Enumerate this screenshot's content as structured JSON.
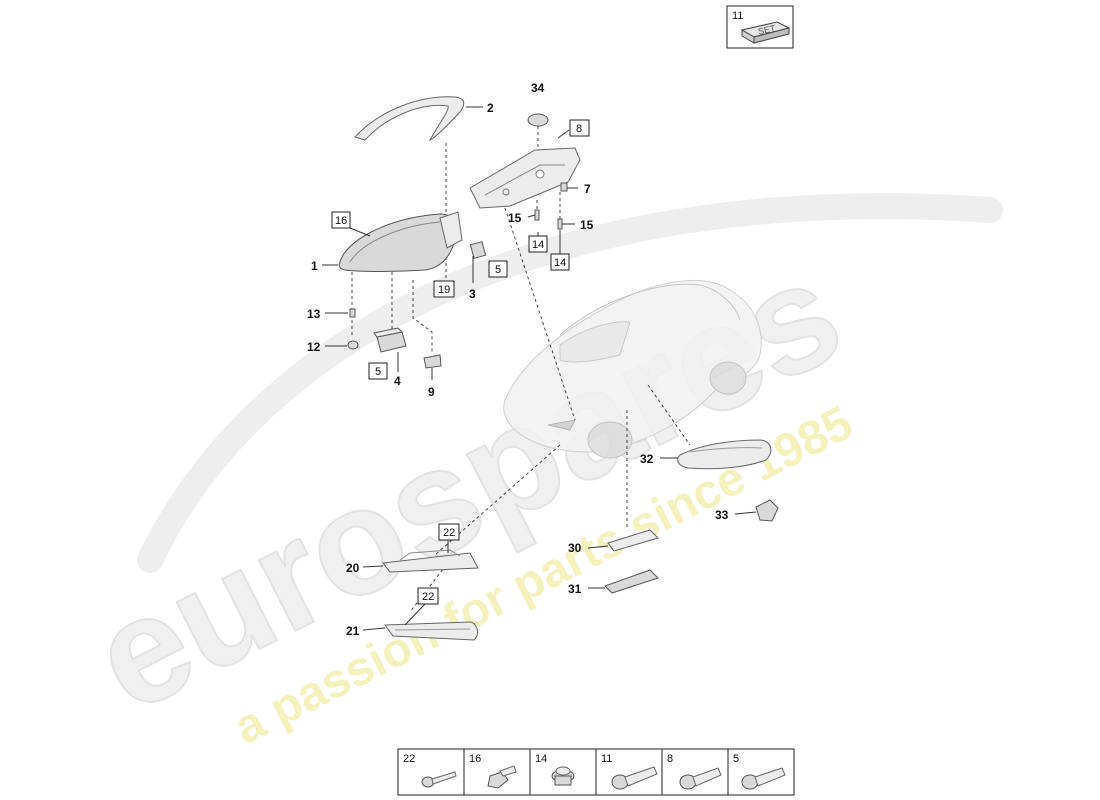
{
  "watermark": {
    "brand": "eurospares",
    "tagline": "a passion for parts since 1985"
  },
  "set_box": {
    "number": "11",
    "text": "SET"
  },
  "callouts": {
    "p1": "1",
    "p2": "2",
    "p3": "3",
    "p4": "4",
    "p5a": "5",
    "p5b": "5",
    "p7": "7",
    "p8": "8",
    "p9": "9",
    "p12": "12",
    "p13": "13",
    "p14a": "14",
    "p14b": "14",
    "p15a": "15",
    "p15b": "15",
    "p16": "16",
    "p19": "19",
    "p20": "20",
    "p21": "21",
    "p22a": "22",
    "p22b": "22",
    "p30": "30",
    "p31": "31",
    "p32": "32",
    "p33": "33",
    "p34": "34"
  },
  "bottom_table": [
    "22",
    "16",
    "14",
    "11",
    "8",
    "5"
  ]
}
